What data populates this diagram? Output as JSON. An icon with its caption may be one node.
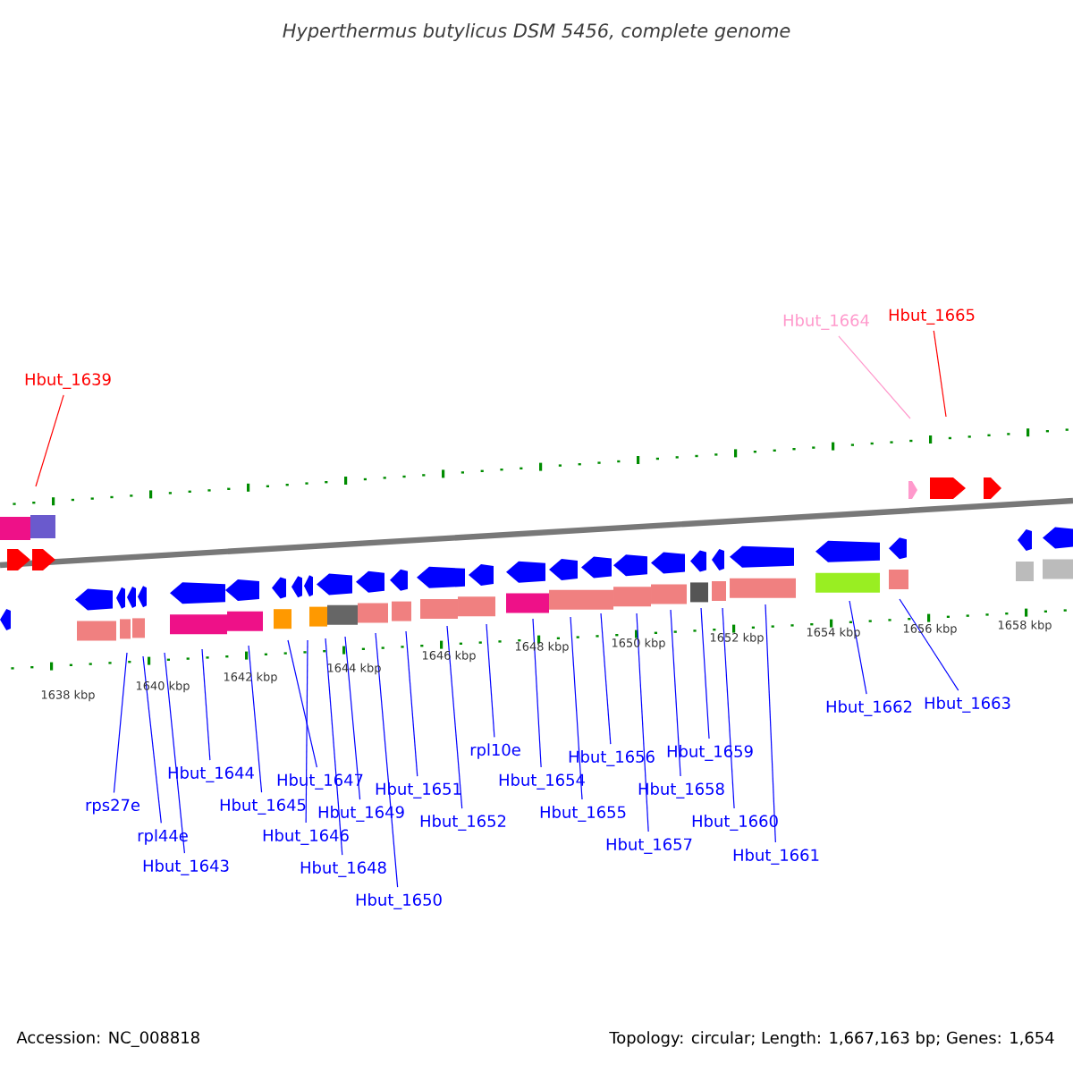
{
  "diagram": {
    "title": "Hyperthermus butylicus DSM 5456, complete genome",
    "nodes": [
      {
        "text": [
          "Hbut_1639"
        ]
      },
      {
        "text": [
          "Hbut_1664"
        ]
      },
      {
        "text": [
          "Hbut_1665"
        ]
      },
      {
        "text": [
          "rps27e"
        ]
      },
      {
        "text": [
          "rpl44e"
        ]
      },
      {
        "text": [
          "Hbut_1643"
        ]
      },
      {
        "text": [
          "Hbut_1644"
        ]
      },
      {
        "text": [
          "Hbut_1645"
        ]
      },
      {
        "text": [
          "Hbut_1646"
        ]
      },
      {
        "text": [
          "Hbut_1647"
        ]
      },
      {
        "text": [
          "Hbut_1648"
        ]
      },
      {
        "text": [
          "Hbut_1649"
        ]
      },
      {
        "text": [
          "Hbut_1650"
        ]
      },
      {
        "text": [
          "Hbut_1651"
        ]
      },
      {
        "text": [
          "Hbut_1652"
        ]
      },
      {
        "text": [
          "rpl10e"
        ]
      },
      {
        "text": [
          "Hbut_1654"
        ]
      },
      {
        "text": [
          "Hbut_1655"
        ]
      },
      {
        "text": [
          "Hbut_1656"
        ]
      },
      {
        "text": [
          "Hbut_1657"
        ]
      },
      {
        "text": [
          "Hbut_1658"
        ]
      },
      {
        "text": [
          "Hbut_1659"
        ]
      },
      {
        "text": [
          "Hbut_1660"
        ]
      },
      {
        "text": [
          "Hbut_1661"
        ]
      },
      {
        "text": [
          "Hbut_1662"
        ]
      },
      {
        "text": [
          "Hbut_1663"
        ]
      }
    ],
    "edges": [
      {
        "from": 0,
        "to": null,
        "arrow": "none",
        "color": "#ff0000"
      },
      {
        "from": 1,
        "to": null,
        "arrow": "none",
        "color": "#ff99cc"
      },
      {
        "from": 2,
        "to": null,
        "arrow": "none",
        "color": "#ff0000"
      },
      {
        "from": 3,
        "to": null,
        "arrow": "none"
      },
      {
        "from": 4,
        "to": null,
        "arrow": "none"
      },
      {
        "from": 5,
        "to": null,
        "arrow": "none"
      },
      {
        "from": 6,
        "to": null,
        "arrow": "none"
      },
      {
        "from": 7,
        "to": null,
        "arrow": "none"
      },
      {
        "from": 8,
        "to": null,
        "arrow": "none"
      },
      {
        "from": 9,
        "to": null,
        "arrow": "none"
      },
      {
        "from": 10,
        "to": null,
        "arrow": "none"
      },
      {
        "from": 11,
        "to": null,
        "arrow": "none"
      },
      {
        "from": 12,
        "to": null,
        "arrow": "none"
      },
      {
        "from": 13,
        "to": null,
        "arrow": "none"
      },
      {
        "from": 14,
        "to": null,
        "arrow": "none"
      },
      {
        "from": 15,
        "to": null,
        "arrow": "none"
      },
      {
        "from": 16,
        "to": null,
        "arrow": "none"
      },
      {
        "from": 17,
        "to": null,
        "arrow": "none"
      },
      {
        "from": 18,
        "to": null,
        "arrow": "none"
      },
      {
        "from": 19,
        "to": null,
        "arrow": "none"
      },
      {
        "from": 20,
        "to": null,
        "arrow": "none"
      },
      {
        "from": 21,
        "to": null,
        "arrow": "none"
      },
      {
        "from": 22,
        "to": null,
        "arrow": "none"
      },
      {
        "from": 23,
        "to": null,
        "arrow": "none"
      },
      {
        "from": 24,
        "to": null,
        "arrow": "none"
      },
      {
        "from": 25,
        "to": null,
        "arrow": "none"
      }
    ],
    "labels": [
      "1638 kbp",
      "1640 kbp",
      "1642 kbp",
      "1644 kbp",
      "1646 kbp",
      "1648 kbp",
      "1650 kbp",
      "1652 kbp",
      "1654 kbp",
      "1656 kbp",
      "1658 kbp",
      "Accession: NC_008818",
      "Topology: circular; Length: 1,667,163 bp; Genes: 1,654"
    ]
  }
}
